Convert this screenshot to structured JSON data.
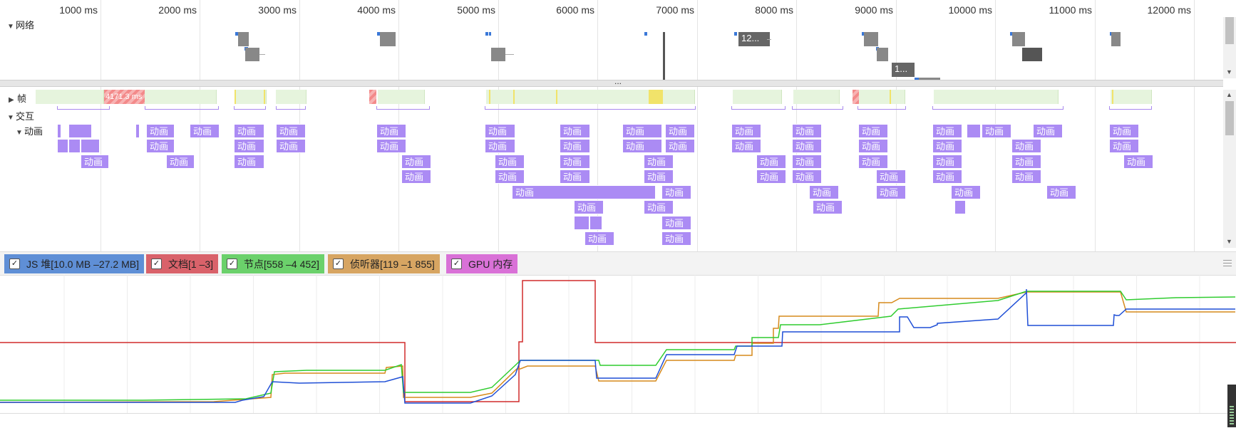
{
  "ruler": {
    "ticks": [
      "1000 ms",
      "2000 ms",
      "3000 ms",
      "4000 ms",
      "5000 ms",
      "6000 ms",
      "7000 ms",
      "8000 ms",
      "9000 ms",
      "10000 ms",
      "11000 ms",
      "12000 ms"
    ]
  },
  "tracks": {
    "network": "网络",
    "frames": "帧",
    "interactions": "交互",
    "animations": "动画"
  },
  "network": {
    "req_12": "12...",
    "req_1": "1..."
  },
  "frames": {
    "long_frame": "4171.3 ms"
  },
  "animation_label": "动画",
  "divider": "...",
  "legend": [
    {
      "label": "JS 堆[10.0 MB –27.2 MB]",
      "color": "#5f8fd6",
      "checked": true
    },
    {
      "label": "文档[1 –3]",
      "color": "#d9626a",
      "checked": true
    },
    {
      "label": "节点[558 –4 452]",
      "color": "#6bd16b",
      "checked": true
    },
    {
      "label": "侦听器[119 –1 855]",
      "color": "#d7a562",
      "checked": true
    },
    {
      "label": "GPU 内存",
      "color": "#d971d7",
      "checked": true
    }
  ],
  "colors": {
    "js_heap": "#1f4fd6",
    "documents": "#d02b2b",
    "nodes": "#2fcc2f",
    "listeners": "#d68a1c"
  }
}
